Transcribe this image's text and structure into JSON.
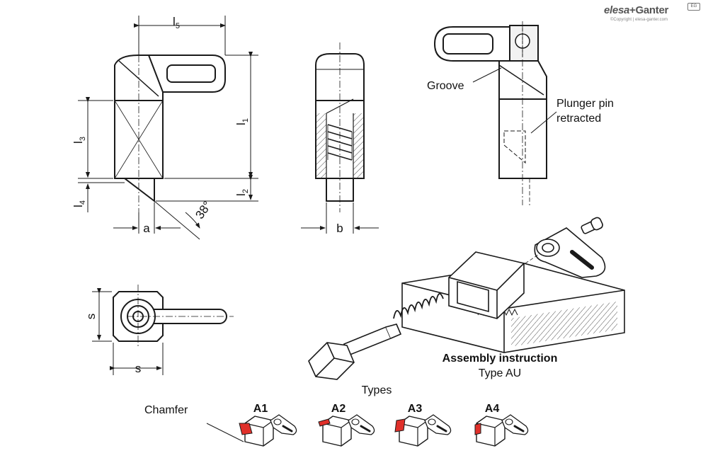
{
  "brand": {
    "name_part1": "elesa",
    "name_part2": "+Ganter",
    "copyright": "©Copyright | elesa-ganter.com",
    "badge": "EG"
  },
  "dimensions": {
    "l5": {
      "main": "l",
      "sub": "5"
    },
    "l1": {
      "main": "l",
      "sub": "1"
    },
    "l2": {
      "main": "l",
      "sub": "2"
    },
    "l3": {
      "main": "l",
      "sub": "3"
    },
    "l4": {
      "main": "l",
      "sub": "4"
    },
    "a": "a",
    "b": "b",
    "s_vertical": "s",
    "s_horizontal": "s",
    "angle": "38°"
  },
  "annotations": {
    "groove": "Groove",
    "plunger_line1": "Plunger pin",
    "plunger_line2": "retracted",
    "assembly_title": "Assembly instruction",
    "assembly_type": "Type AU",
    "types": "Types",
    "chamfer": "Chamfer"
  },
  "types": [
    "A1",
    "A2",
    "A3",
    "A4"
  ],
  "colors": {
    "line": "#1a1a1a",
    "chamfer_red": "#e0302a",
    "hatch": "#444444"
  }
}
